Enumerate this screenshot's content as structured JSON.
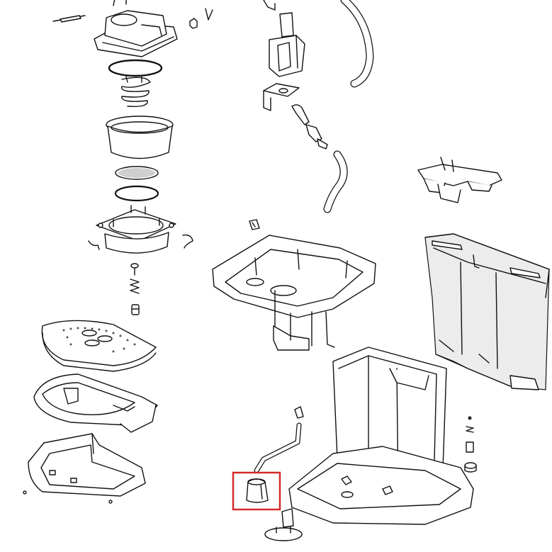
{
  "diagram": {
    "highlight_color": "#d42a2a",
    "line_color": "#111111",
    "background": "#ffffff",
    "parts": [
      "brew-head-cover",
      "o-ring-gasket",
      "spring",
      "filter-holder",
      "mesh-filter-disc",
      "small-gasket",
      "boiler-flange",
      "screw",
      "spring-small",
      "nut",
      "drip-tray-grate",
      "drip-tray",
      "drip-tray-base",
      "solenoid-valve",
      "valve-bracket",
      "tube-fitting",
      "silicone-hose",
      "water-tank-lid",
      "water-tank",
      "upper-housing",
      "main-housing-body",
      "foot",
      "clip",
      "water-pipe"
    ],
    "highlighted_part": "foot"
  }
}
